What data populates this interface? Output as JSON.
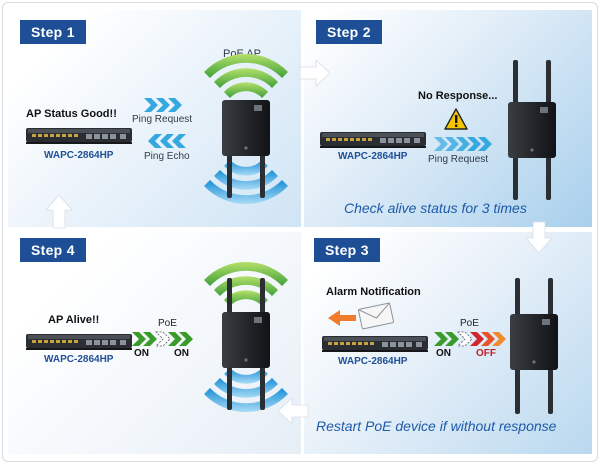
{
  "step1": {
    "label": "Step 1",
    "status": "AP Status Good!!",
    "ping_request": "Ping Request",
    "ping_echo": "Ping Echo",
    "device": "WAPC-2864HP",
    "ap_label": "PoE AP"
  },
  "step2": {
    "label": "Step 2",
    "status": "No Response...",
    "device": "WAPC-2864HP",
    "ping_request": "Ping Request",
    "caption": "Check alive status for 3 times"
  },
  "step3": {
    "label": "Step 3",
    "status": "Alarm Notification",
    "device": "WAPC-2864HP",
    "poe": "PoE",
    "on": "ON",
    "off": "OFF",
    "caption": "Restart PoE device if without response"
  },
  "step4": {
    "label": "Step 4",
    "status": "AP Alive!!",
    "device": "WAPC-2864HP",
    "poe": "PoE",
    "on1": "ON",
    "on2": "ON"
  },
  "colors": {
    "step_badge": "#1e4f96",
    "caption": "#1e5aa8",
    "signal_green": "#7cc242",
    "signal_blue": "#35a8e0",
    "chevron_blue": "#35a8e0",
    "chevron_green": "#3a9a2a",
    "chevron_red": "#d0282e"
  }
}
